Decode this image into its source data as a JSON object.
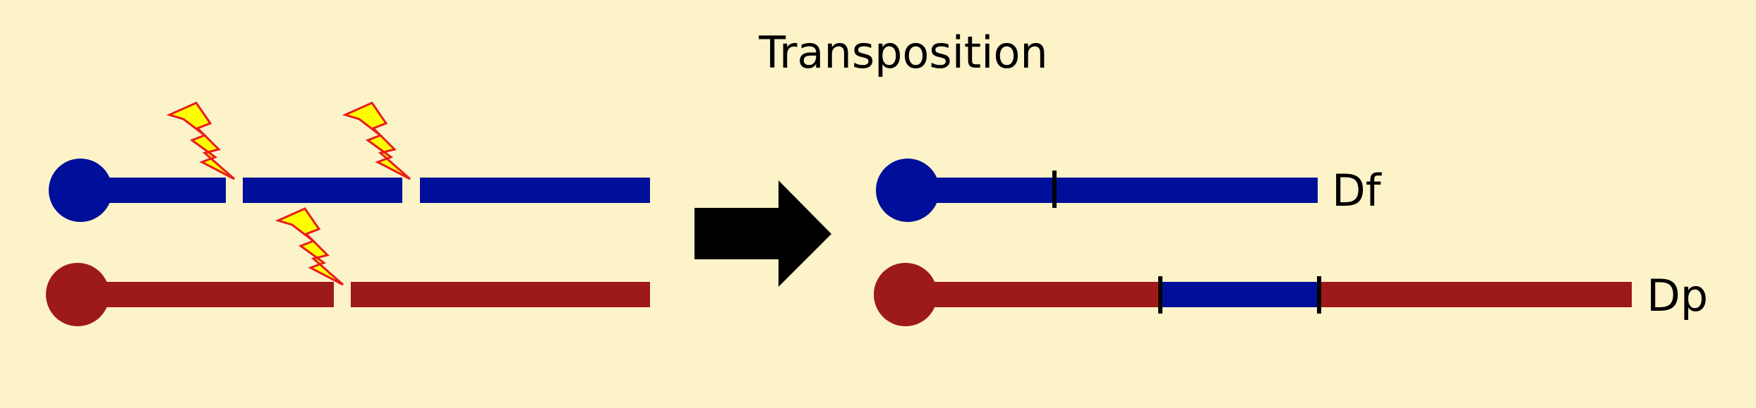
{
  "title": "Transposition",
  "colors": {
    "background": "#fcf3c8",
    "chromosome_blue": "#000f99",
    "chromosome_red": "#9e1919",
    "lightning_fill": "#ffff00",
    "lightning_stroke": "#e81c1c",
    "arrow": "#000000",
    "breakpoint_marker": "#000000"
  },
  "icons": {
    "lightning": "lightning-bolt-icon",
    "arrow": "arrow-right-icon"
  },
  "before": {
    "chromosomes": [
      {
        "name": "blue-chromosome",
        "color": "chromosome_blue",
        "breaks": 2
      },
      {
        "name": "red-chromosome",
        "color": "chromosome_red",
        "breaks": 1
      }
    ]
  },
  "after": {
    "chromosomes": [
      {
        "name": "blue-chromosome-deficiency",
        "label": "Df"
      },
      {
        "name": "red-chromosome-duplication",
        "label": "Dp"
      }
    ]
  }
}
